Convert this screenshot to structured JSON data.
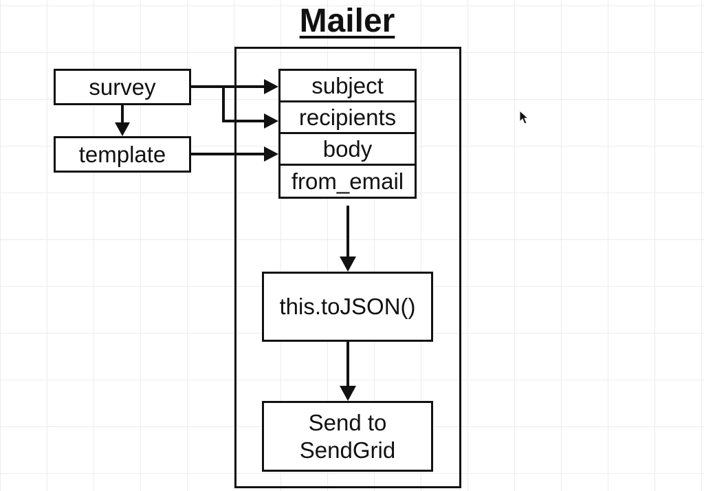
{
  "diagram": {
    "title": "Mailer",
    "inputs": {
      "survey": "survey",
      "template": "template"
    },
    "mailer_fields": [
      "subject",
      "recipients",
      "body",
      "from_email"
    ],
    "steps": {
      "to_json": "this.toJSON()",
      "send_line1": "Send to",
      "send_line2": "SendGrid"
    },
    "colors": {
      "stroke": "#111111",
      "grid": "#ececec",
      "background": "#ffffff"
    }
  }
}
